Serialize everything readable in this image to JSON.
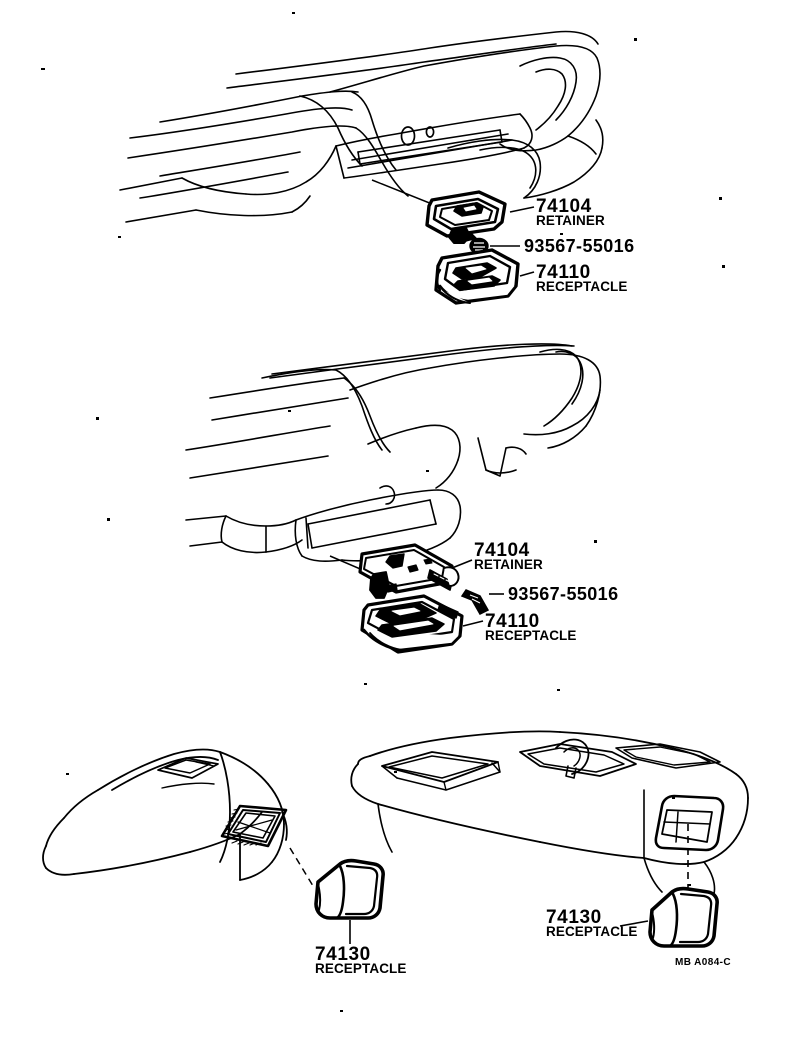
{
  "document": {
    "type": "automotive-parts-illustration",
    "sheet_code": "MB A084-C",
    "background_color": "#ffffff",
    "line_color": "#000000"
  },
  "groups": [
    {
      "id": "instrument-panel-ashtray-upper",
      "labels": [
        {
          "id": "g1-retainer",
          "number": "74104",
          "name": "RETAINER"
        },
        {
          "id": "g1-screw",
          "number": "93567-55016",
          "name": ""
        },
        {
          "id": "g1-receptacle",
          "number": "74110",
          "name": "RECEPTACLE"
        }
      ]
    },
    {
      "id": "instrument-panel-ashtray-lower",
      "labels": [
        {
          "id": "g2-retainer",
          "number": "74104",
          "name": "RETAINER"
        },
        {
          "id": "g2-screw",
          "number": "93567-55016",
          "name": ""
        },
        {
          "id": "g2-receptacle",
          "number": "74110",
          "name": "RECEPTACLE"
        }
      ]
    },
    {
      "id": "console-ashtray",
      "labels": [
        {
          "id": "g3-left-receptacle",
          "number": "74130",
          "name": "RECEPTACLE"
        },
        {
          "id": "g3-right-receptacle",
          "number": "74130",
          "name": "RECEPTACLE"
        }
      ]
    }
  ],
  "labels": {
    "g1_retainer_number": "74104",
    "g1_retainer_name": "RETAINER",
    "g1_screw_number": "93567-55016",
    "g1_receptacle_number": "74110",
    "g1_receptacle_name": "RECEPTACLE",
    "g2_retainer_number": "74104",
    "g2_retainer_name": "RETAINER",
    "g2_screw_number": "93567-55016",
    "g2_receptacle_number": "74110",
    "g2_receptacle_name": "RECEPTACLE",
    "g3_left_number": "74130",
    "g3_left_name": "RECEPTACLE",
    "g3_right_number": "74130",
    "g3_right_name": "RECEPTACLE",
    "sheet_code": "MB A084-C"
  }
}
